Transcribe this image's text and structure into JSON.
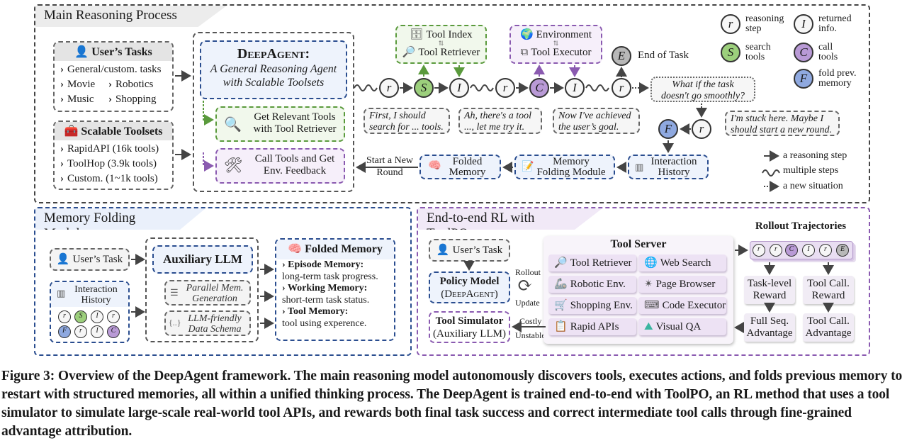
{
  "main_panel": {
    "title": "Main Reasoning Process",
    "users_tasks": {
      "header": "User’s Tasks",
      "items": [
        "General/custom. tasks",
        "Movie",
        "Robotics",
        "Music",
        "Shopping"
      ]
    },
    "scalable_toolsets": {
      "header": "Scalable Toolsets",
      "items": [
        "RapidAPI (16k tools)",
        "ToolHop (3.9k tools)",
        "Custom. (1~1k tools)"
      ]
    },
    "deepagent": {
      "title": "DeepAgent:",
      "subtitle_line1": "A General Reasoning Agent",
      "subtitle_line2": "with Scalable Toolsets"
    },
    "get_tools": {
      "line1": "Get Relevant Tools",
      "line2": "with Tool Retriever"
    },
    "call_tools": {
      "line1": "Call Tools and Get",
      "line2": "Env. Feedback"
    },
    "tool_index_box": {
      "top": "Tool Index",
      "bottom": "Tool Retriever"
    },
    "environment_box": {
      "top": "Environment",
      "bottom": "Tool Executor"
    },
    "chain_nodes": [
      "r",
      "S",
      "I",
      "r",
      "C",
      "I",
      "r"
    ],
    "end_node": "E",
    "end_label": "End of Task",
    "bubbles": {
      "b1": [
        "First, I should",
        "search for ... tools."
      ],
      "b2": [
        "Ah, there's a tool",
        "..., let me try it."
      ],
      "b3": [
        "Now I've achieved",
        "the user’s goal."
      ],
      "b4": [
        "What if the task",
        "doesn't go smoothly?"
      ],
      "b5": [
        "I'm stuck here. Maybe I",
        "should start a new round."
      ]
    },
    "fold_nodes": {
      "f": "F",
      "r": "r"
    },
    "interaction_history": [
      "Interaction",
      "History"
    ],
    "memory_folding_module": [
      "Memory",
      "Folding Module"
    ],
    "folded_memory": [
      "Folded",
      "Memory"
    ],
    "start_new_round": [
      "Start a New",
      "Round"
    ],
    "legend": {
      "nodes": [
        {
          "glyph": "r",
          "label": [
            "reasoning",
            "step"
          ]
        },
        {
          "glyph": "I",
          "label": [
            "returned",
            "info."
          ]
        },
        {
          "glyph": "S",
          "label": [
            "search",
            "tools"
          ]
        },
        {
          "glyph": "C",
          "label": [
            "call",
            "tools"
          ]
        },
        {
          "glyph": "F",
          "label": [
            "fold prev.",
            "memory"
          ]
        }
      ],
      "arrows": [
        "a reasoning step",
        "multiple steps",
        "a new situation"
      ]
    }
  },
  "memory_panel": {
    "title": "Memory Folding Module",
    "users_task": "User’s Task",
    "interaction_history": [
      "Interaction",
      "History"
    ],
    "history_nodes_row1": [
      "r",
      "S",
      "I",
      "r"
    ],
    "history_nodes_row2": [
      "F",
      "r",
      "I",
      "C"
    ],
    "auxiliary_llm": "Auxiliary LLM",
    "parallel_gen": [
      "Parallel Mem.",
      "Generation"
    ],
    "data_schema": [
      "LLM-friendly",
      "Data Schema"
    ],
    "folded_memory": {
      "header": "Folded Memory",
      "items": [
        {
          "title": "Episode Memory:",
          "desc": "long-term task progress."
        },
        {
          "title": "Working Memory:",
          "desc": "short-term task status."
        },
        {
          "title": "Tool Memory:",
          "desc": "tool using experence."
        }
      ]
    }
  },
  "rl_panel": {
    "title": "End-to-end RL with ToolPO",
    "users_task": "User’s Task",
    "policy_model": [
      "Policy Model",
      "(DeepAgent)"
    ],
    "tool_simulator": [
      "Tool Simulator",
      "(Auxiliary LLM)"
    ],
    "rollout_label": "Rollout",
    "update_label": "Update",
    "costly_label": "Costly",
    "unstable_label": "Unstable",
    "tool_server": {
      "title": "Tool Server",
      "tools": [
        "Tool Retriever",
        "Web Search",
        "Robotic Env.",
        "Page Browser",
        "Shopping Env.",
        "Code Executor",
        "Rapid APIs",
        "Visual QA"
      ]
    },
    "rollout_trajectories": {
      "title": "Rollout Trajectories",
      "nodes": [
        "r",
        "r",
        "C",
        "I",
        "r",
        "E"
      ]
    },
    "rewards": [
      "Task-level Reward",
      "Tool Call. Reward"
    ],
    "advantages": [
      "Full Seq. Advantage",
      "Tool Call. Advantage"
    ]
  },
  "caption": "Figure 3: Overview of the DeepAgent framework. The main reasoning model autonomously discovers tools, executes actions, and folds previous memory to restart with structured memories, all within a unified thinking process. The DeepAgent is trained end-to-end with ToolPO, an RL method that uses a tool simulator to simulate large-scale real-world tool APIs, and rewards both final task success and correct intermediate tool calls through fine-grained advantage attribution."
}
